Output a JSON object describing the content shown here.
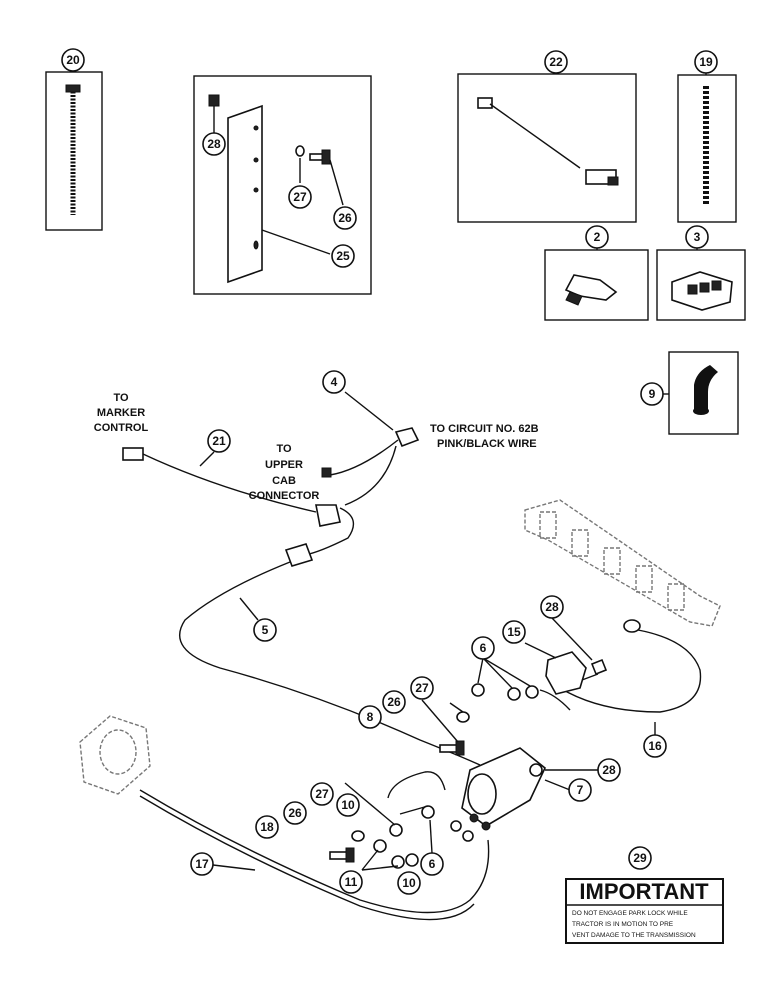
{
  "callouts": [
    "20",
    "28",
    "27",
    "26",
    "25",
    "22",
    "19",
    "2",
    "3",
    "9",
    "4",
    "21",
    "5",
    "15",
    "28",
    "6",
    "27",
    "26",
    "8",
    "16",
    "28",
    "7",
    "10",
    "27",
    "26",
    "18",
    "17",
    "11",
    "10",
    "6",
    "29"
  ],
  "labels": {
    "marker": [
      "TO",
      "MARKER",
      "CONTROL"
    ],
    "cab": [
      "TO",
      "UPPER",
      "CAB",
      "CONNECTOR"
    ],
    "circuit": [
      "TO CIRCUIT NO. 62B",
      "PINK/BLACK WIRE"
    ]
  },
  "important": {
    "title": "IMPORTANT",
    "lines": [
      "DO NOT ENGAGE PARK LOCK WHILE",
      "TRACTOR IS IN MOTION TO PRE",
      "VENT DAMAGE TO THE TRANSMISSION"
    ]
  }
}
